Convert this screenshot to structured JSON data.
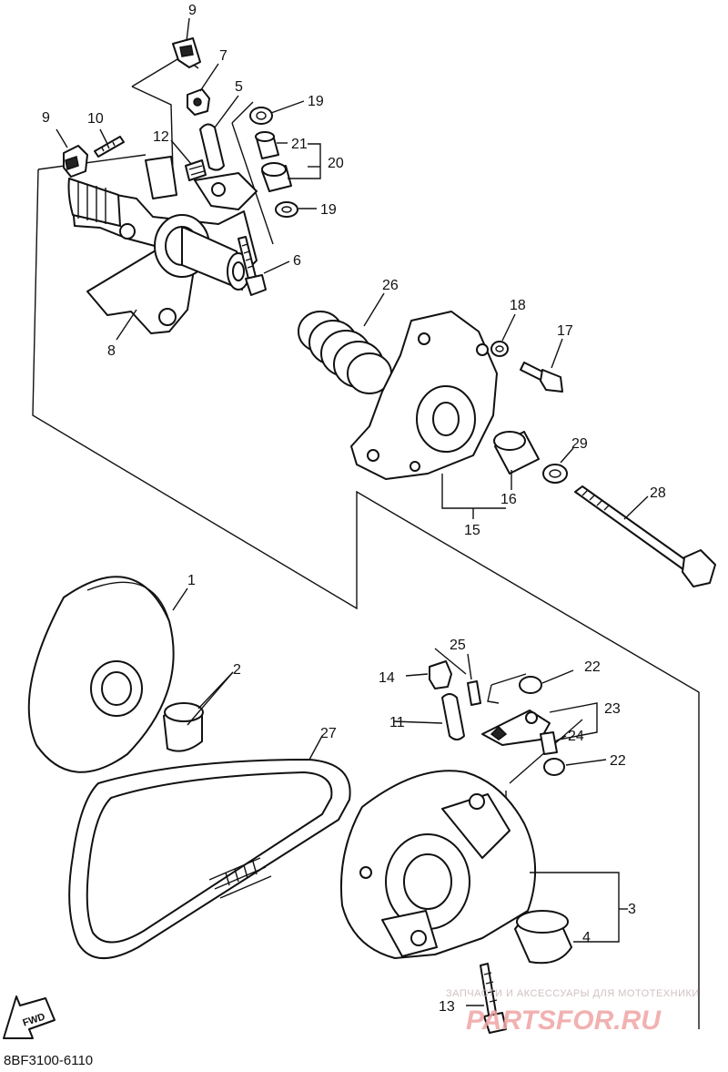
{
  "diagram": {
    "code": "8BF3100-6110",
    "fwd_label": "FWD",
    "watermark": {
      "caption": "ЗАПЧАСТИ И АКСЕССУАРЫ ДЛЯ МОТОТЕХНИКИ",
      "logo": "PARTSFOR.RU"
    },
    "callouts": [
      {
        "id": "c9a",
        "label": "9"
      },
      {
        "id": "c7",
        "label": "7"
      },
      {
        "id": "c5",
        "label": "5"
      },
      {
        "id": "c9b",
        "label": "9"
      },
      {
        "id": "c10",
        "label": "10"
      },
      {
        "id": "c12",
        "label": "12"
      },
      {
        "id": "c19a",
        "label": "19"
      },
      {
        "id": "c21",
        "label": "21"
      },
      {
        "id": "c20",
        "label": "20"
      },
      {
        "id": "c19b",
        "label": "19"
      },
      {
        "id": "c6",
        "label": "6"
      },
      {
        "id": "c8",
        "label": "8"
      },
      {
        "id": "c26",
        "label": "26"
      },
      {
        "id": "c18",
        "label": "18"
      },
      {
        "id": "c17",
        "label": "17"
      },
      {
        "id": "c29",
        "label": "29"
      },
      {
        "id": "c16",
        "label": "16"
      },
      {
        "id": "c15",
        "label": "15"
      },
      {
        "id": "c28",
        "label": "28"
      },
      {
        "id": "c1",
        "label": "1"
      },
      {
        "id": "c2",
        "label": "2"
      },
      {
        "id": "c27",
        "label": "27"
      },
      {
        "id": "c25",
        "label": "25"
      },
      {
        "id": "c14",
        "label": "14"
      },
      {
        "id": "c22a",
        "label": "22"
      },
      {
        "id": "c11",
        "label": "11"
      },
      {
        "id": "c23",
        "label": "23"
      },
      {
        "id": "c24",
        "label": "24"
      },
      {
        "id": "c22b",
        "label": "22"
      },
      {
        "id": "c3",
        "label": "3"
      },
      {
        "id": "c4",
        "label": "4"
      },
      {
        "id": "c13",
        "label": "13"
      }
    ]
  }
}
